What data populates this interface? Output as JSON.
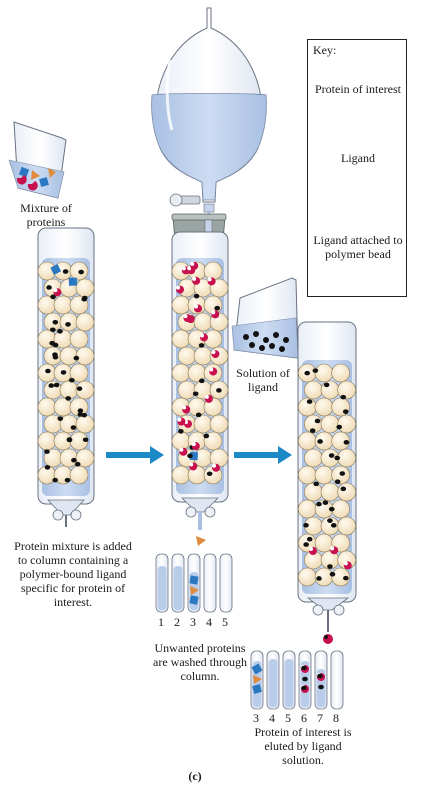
{
  "key": {
    "title": "Key:",
    "protein_label": "Protein of interest",
    "ligand_label": "Ligand",
    "bead_label": "Ligand attached to polymer bead"
  },
  "labels": {
    "mixture": "Mixture of proteins",
    "step1": "Protein mixture is added to column containing a polymer-bound ligand specific for protein of interest.",
    "step2": "Unwanted proteins are washed through column.",
    "solution": "Solution of ligand",
    "step3": "Protein of interest is eluted by ligand solution.",
    "panel": "(c)"
  },
  "tubes_set1": [
    "1",
    "2",
    "3",
    "4",
    "5"
  ],
  "tubes_set2": [
    "3",
    "4",
    "5",
    "6",
    "7",
    "8"
  ],
  "colors": {
    "liquid": "#b9cdea",
    "bead": "#f7e6c4",
    "ligand": "#111111",
    "protein_interest": "#c8104f",
    "protein_blue": "#2a78c2",
    "protein_orange": "#e08a3c",
    "arrow": "#1b8ac6"
  }
}
